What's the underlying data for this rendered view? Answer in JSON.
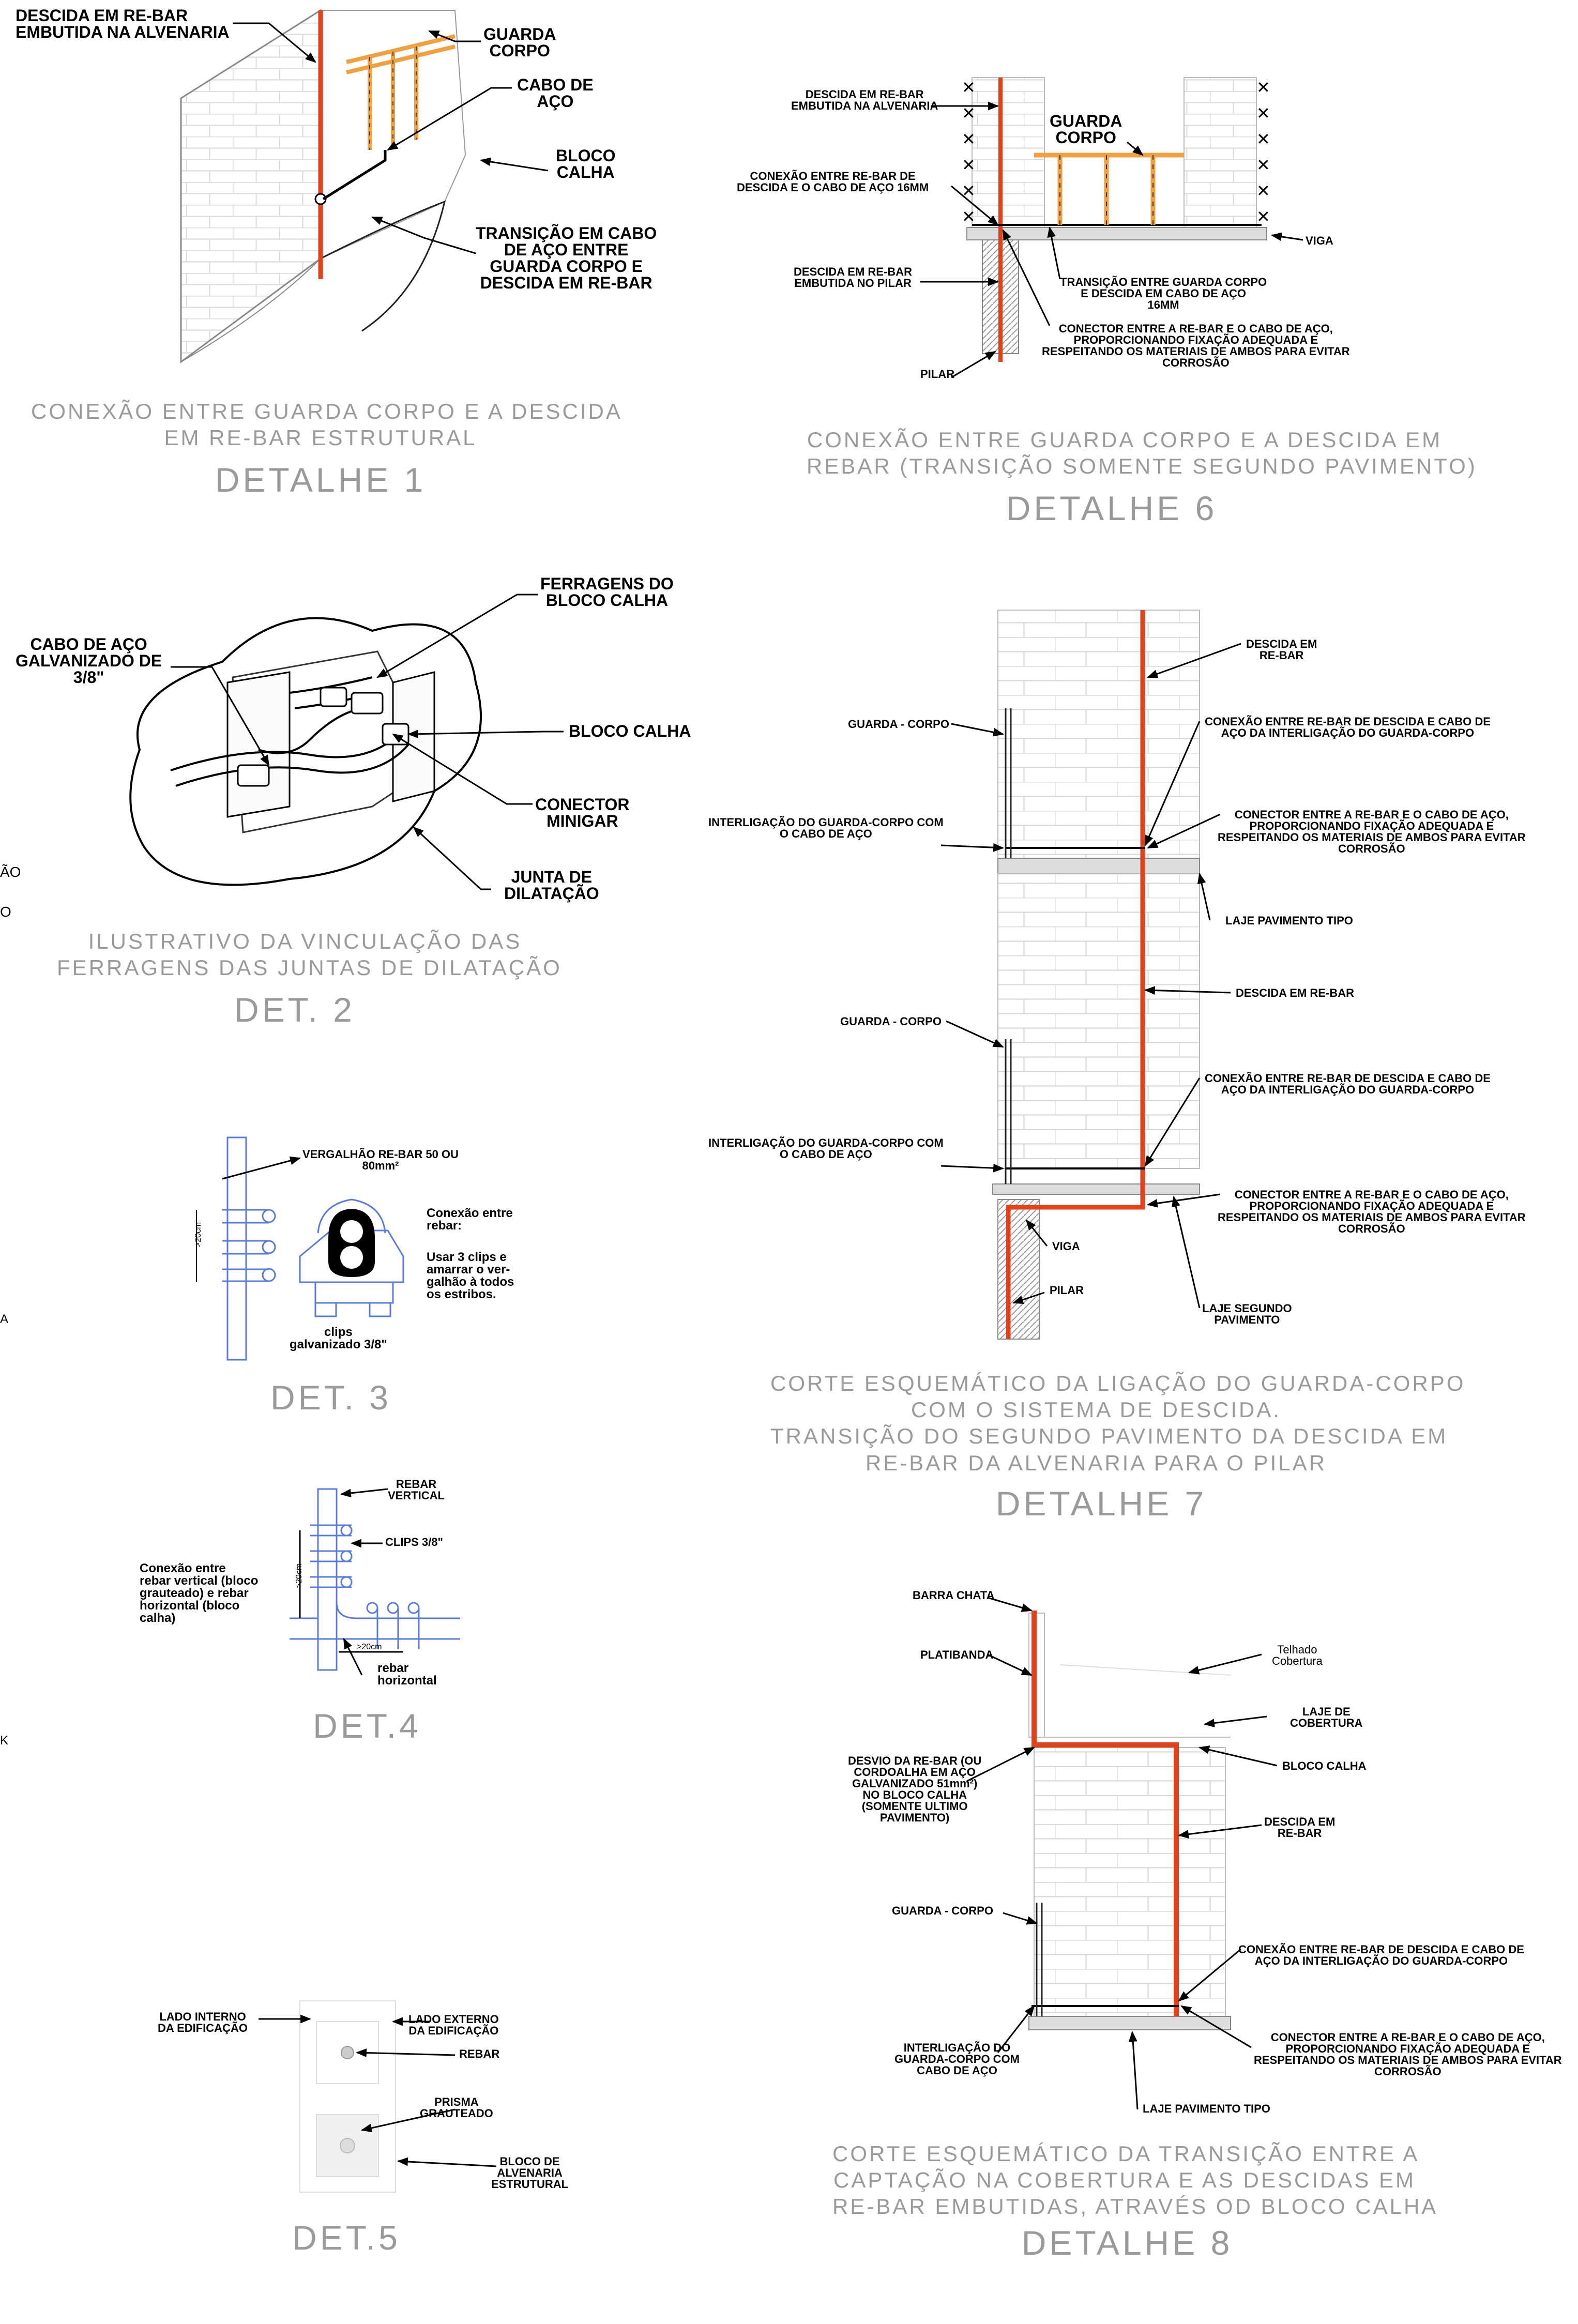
{
  "colors": {
    "rebar": "#e0401a",
    "guard": "#f0a040",
    "blue_sketch": "#5a7bd8",
    "line": "#000000",
    "caption": "#9a9a9a"
  },
  "d1": {
    "labels": {
      "descida": "DESCIDA EM RE-BAR\nEMBUTIDA NA ALVENARIA",
      "guarda": "GUARDA\nCORPO",
      "cabo": "CABO DE\nAÇO",
      "bloco": "BLOCO\nCALHA",
      "transicao": "TRANSIÇÃO EM CABO\nDE AÇO ENTRE\nGUARDA CORPO E\nDESCIDA EM RE-BAR"
    },
    "caption": "CONEXÃO ENTRE GUARDA CORPO E A DESCIDA\nEM RE-BAR ESTRUTURAL",
    "title": "DETALHE 1"
  },
  "d6": {
    "labels": {
      "descida": "DESCIDA EM RE-BAR\nEMBUTIDA NA ALVENARIA",
      "guarda": "GUARDA\nCORPO",
      "conexao": "CONEXÃO ENTRE RE-BAR DE\nDESCIDA E O CABO DE AÇO 16MM",
      "viga": "VIGA",
      "descida_pilar": "DESCIDA EM RE-BAR\nEMBUTIDA NO PILAR",
      "transicao": "TRANSIÇÃO ENTRE GUARDA CORPO\nE DESCIDA EM CABO DE AÇO\n16MM",
      "conector": "CONECTOR ENTRE A RE-BAR E O CABO DE AÇO,\nPROPORCIONANDO FIXAÇÃO ADEQUADA E\nRESPEITANDO OS MATERIAIS DE AMBOS PARA EVITAR\nCORROSÃO",
      "pilar": "PILAR"
    },
    "caption": "CONEXÃO ENTRE GUARDA CORPO E A DESCIDA EM\nREBAR (TRANSIÇÃO SOMENTE SEGUNDO PAVIMENTO)",
    "title": "DETALHE 6"
  },
  "d2": {
    "labels": {
      "ferragens": "FERRAGENS DO\nBLOCO CALHA",
      "cabo": "CABO DE AÇO\nGALVANIZADO DE\n3/8\"",
      "bloco": "BLOCO CALHA",
      "conector": "CONECTOR\nMINIGAR",
      "junta": "JUNTA DE\nDILATAÇÃO"
    },
    "caption": "ILUSTRATIVO DA VINCULAÇÃO DAS\nFERRAGENS DAS JUNTAS DE DILATAÇÃO",
    "title": "DET. 2"
  },
  "d7": {
    "labels": {
      "descida_top": "DESCIDA EM\nRE-BAR",
      "guarda1": "GUARDA - CORPO",
      "conexao1": "CONEXÃO ENTRE RE-BAR DE DESCIDA E CABO DE\nAÇO DA INTERLIGAÇÃO DO GUARDA-CORPO",
      "conector1": "CONECTOR ENTRE A RE-BAR E O CABO DE AÇO,\nPROPORCIONANDO FIXAÇÃO ADEQUADA E\nRESPEITANDO OS MATERIAIS DE AMBOS PARA EVITAR\nCORROSÃO",
      "interlig1": "INTERLIGAÇÃO DO GUARDA-CORPO COM\nO CABO DE AÇO",
      "laje": "LAJE PAVIMENTO TIPO",
      "descida_mid": "DESCIDA EM RE-BAR",
      "guarda2": "GUARDA - CORPO",
      "conexao2": "CONEXÃO ENTRE RE-BAR DE DESCIDA E CABO DE\nAÇO DA INTERLIGAÇÃO DO GUARDA-CORPO",
      "interlig2": "INTERLIGAÇÃO DO GUARDA-CORPO COM\nO CABO DE AÇO",
      "conector2": "CONECTOR ENTRE A RE-BAR E O CABO DE AÇO,\nPROPORCIONANDO FIXAÇÃO ADEQUADA E\nRESPEITANDO OS MATERIAIS DE AMBOS PARA EVITAR\nCORROSÃO",
      "viga": "VIGA",
      "pilar": "PILAR",
      "laje_seg": "LAJE SEGUNDO\nPAVIMENTO"
    },
    "caption": "CORTE ESQUEMÁTICO DA LIGAÇÃO DO GUARDA-CORPO\nCOM O SISTEMA DE DESCIDA.\nTRANSIÇÃO DO SEGUNDO PAVIMENTO DA DESCIDA EM\nRE-BAR DA ALVENARIA PARA O PILAR",
    "title": "DETALHE 7"
  },
  "d3": {
    "labels": {
      "vergalhao": "VERGALHÃO RE-BAR 50 OU\n80mm²",
      "dim": ">20cm",
      "conexao": "Conexão entre\nrebar:",
      "usar": "Usar 3 clips e\namarrar o ver-\ngalhão à todos\nos estribos.",
      "clips": "clips\ngalvanizado 3/8\""
    },
    "title": "DET. 3"
  },
  "d4": {
    "labels": {
      "rebar_v": "REBAR\nVERTICAL",
      "clips": "CLIPS 3/8\"",
      "conexao": "Conexão entre\nrebar vertical (bloco\ngrauteado) e rebar\nhorizontal (bloco\ncalha)",
      "dim_v": ">20cm",
      "dim_h": ">20cm",
      "rebar_h": "rebar\nhorizontal"
    },
    "title": "DET.4"
  },
  "d8": {
    "labels": {
      "barra": "BARRA CHATA",
      "platibanda": "PLATIBANDA",
      "telhado": "Telhado\nCobertura",
      "laje_cob": "LAJE DE\nCOBERTURA",
      "desvio": "DESVIO DA RE-BAR (OU\nCORDOALHA EM AÇO\nGALVANIZADO 51mm²)\nNO BLOCO CALHA\n(SOMENTE ULTIMO\nPAVIMENTO)",
      "bloco": "BLOCO CALHA",
      "descida": "DESCIDA EM\nRE-BAR",
      "guarda": "GUARDA - CORPO",
      "conexao": "CONEXÃO ENTRE RE-BAR DE DESCIDA E CABO DE\nAÇO DA INTERLIGAÇÃO DO GUARDA-CORPO",
      "interlig": "INTERLIGAÇÃO DO\nGUARDA-CORPO COM\nCABO DE AÇO",
      "conector": "CONECTOR ENTRE A RE-BAR E O CABO DE AÇO,\nPROPORCIONANDO FIXAÇÃO ADEQUADA E\nRESPEITANDO OS MATERIAIS DE AMBOS PARA EVITAR\nCORROSÃO",
      "laje": "LAJE PAVIMENTO TIPO"
    },
    "caption": "CORTE ESQUEMÁTICO DA TRANSIÇÃO ENTRE A\nCAPTAÇÃO NA COBERTURA E AS DESCIDAS EM\nRE-BAR EMBUTIDAS, ATRAVÉS OD BLOCO CALHA",
    "title": "DETALHE 8"
  },
  "d5": {
    "labels": {
      "interno": "LADO INTERNO\nDA EDIFICAÇÃO",
      "externo": "LADO EXTERNO\nDA EDIFICAÇÃO",
      "rebar": "REBAR",
      "prisma": "PRISMA\nGRAUTEADO",
      "bloco": "BLOCO DE\nALVENARIA\nESTRUTURAL"
    },
    "title": "DET.5"
  },
  "edge_marks": {
    "a": "ÃO",
    "b": "O",
    "c": "A",
    "d": "K"
  }
}
